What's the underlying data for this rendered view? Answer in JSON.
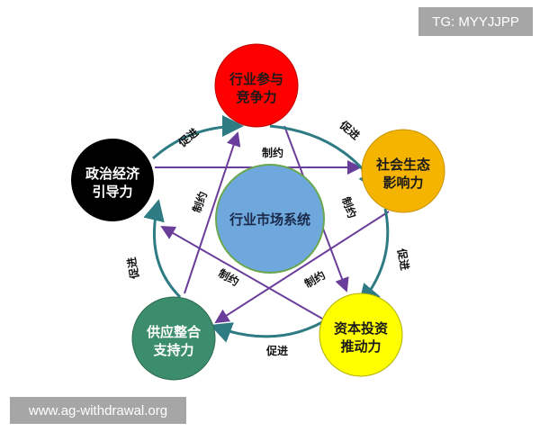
{
  "watermarks": {
    "top_right": "TG: MYYJJPP",
    "bottom_left": "www.ag-withdrawal.org"
  },
  "center": {
    "label": "行业市场系统",
    "color": "#6fa8dc"
  },
  "nodes": [
    {
      "id": "industry",
      "line1": "行业参与",
      "line2": "竞争力",
      "color": "#ff0000",
      "text_color": "#1a1a1a"
    },
    {
      "id": "social",
      "line1": "社会生态",
      "line2": "影响力",
      "color": "#f5b400",
      "text_color": "#1a1a1a"
    },
    {
      "id": "capital",
      "line1": "资本投资",
      "line2": "推动力",
      "color": "#ffff00",
      "text_color": "#1a1a1a"
    },
    {
      "id": "supply",
      "line1": "供应整合",
      "line2": "支持力",
      "color": "#3c8c6e",
      "text_color": "#ffffff"
    },
    {
      "id": "political",
      "line1": "政治经济",
      "line2": "引导力",
      "color": "#000000",
      "text_color": "#ffffff"
    }
  ],
  "edge_labels": {
    "promote": "促进",
    "restrain": "制约"
  },
  "colors": {
    "promote_ring": "#2e7b84",
    "restrain_lines": "#6a3d9a"
  }
}
